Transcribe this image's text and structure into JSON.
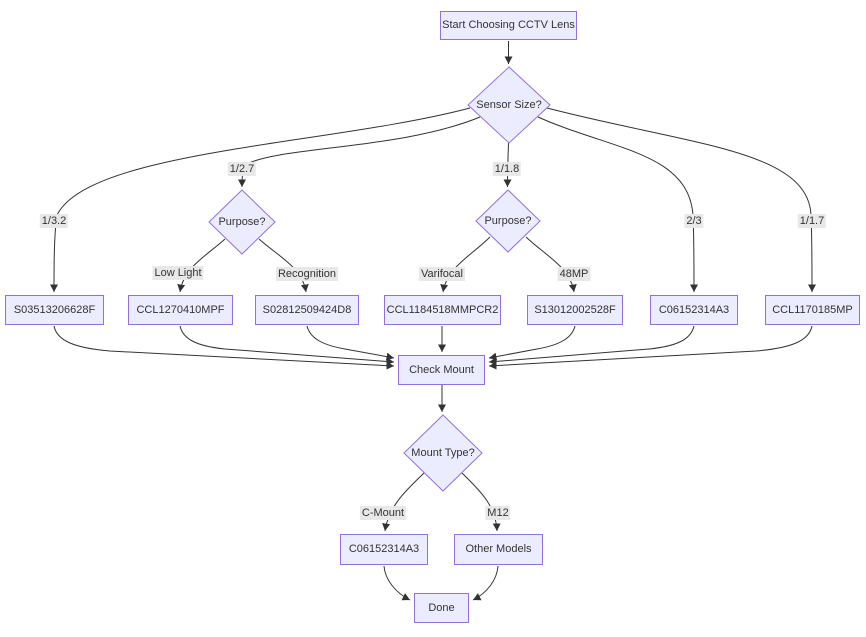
{
  "nodes": {
    "start": "Start Choosing CCTV Lens",
    "sensor_size": "Sensor Size?",
    "purpose_left": "Purpose?",
    "purpose_right": "Purpose?",
    "s03513206628f": "S03513206628F",
    "ccl1270410mpf": "CCL1270410MPF",
    "s02812509424d8": "S02812509424D8",
    "ccl1184518mmpcr2": "CCL1184518MMPCR2",
    "s13012002528f": "S13012002528F",
    "c06152314a3": "C06152314A3",
    "ccl1170185mp": "CCL1170185MP",
    "check_mount": "Check Mount",
    "mount_type": "Mount Type?",
    "c06152314a3_bottom": "C06152314A3",
    "other_models": "Other Models",
    "done": "Done"
  },
  "edge_labels": {
    "l_1_3_2": "1/3.2",
    "l_1_2_7": "1/2.7",
    "l_1_1_8": "1/1.8",
    "l_2_3": "2/3",
    "l_1_1_7": "1/1.7",
    "low_light": "Low Light",
    "recognition": "Recognition",
    "varifocal": "Varifocal",
    "mp48": "48MP",
    "c_mount": "C-Mount",
    "m12": "M12"
  },
  "colors": {
    "node_fill": "#ECECFF",
    "node_border": "#9370DB",
    "edge": "#333333",
    "label_bg": "#e8e8e8",
    "text": "#333333"
  }
}
